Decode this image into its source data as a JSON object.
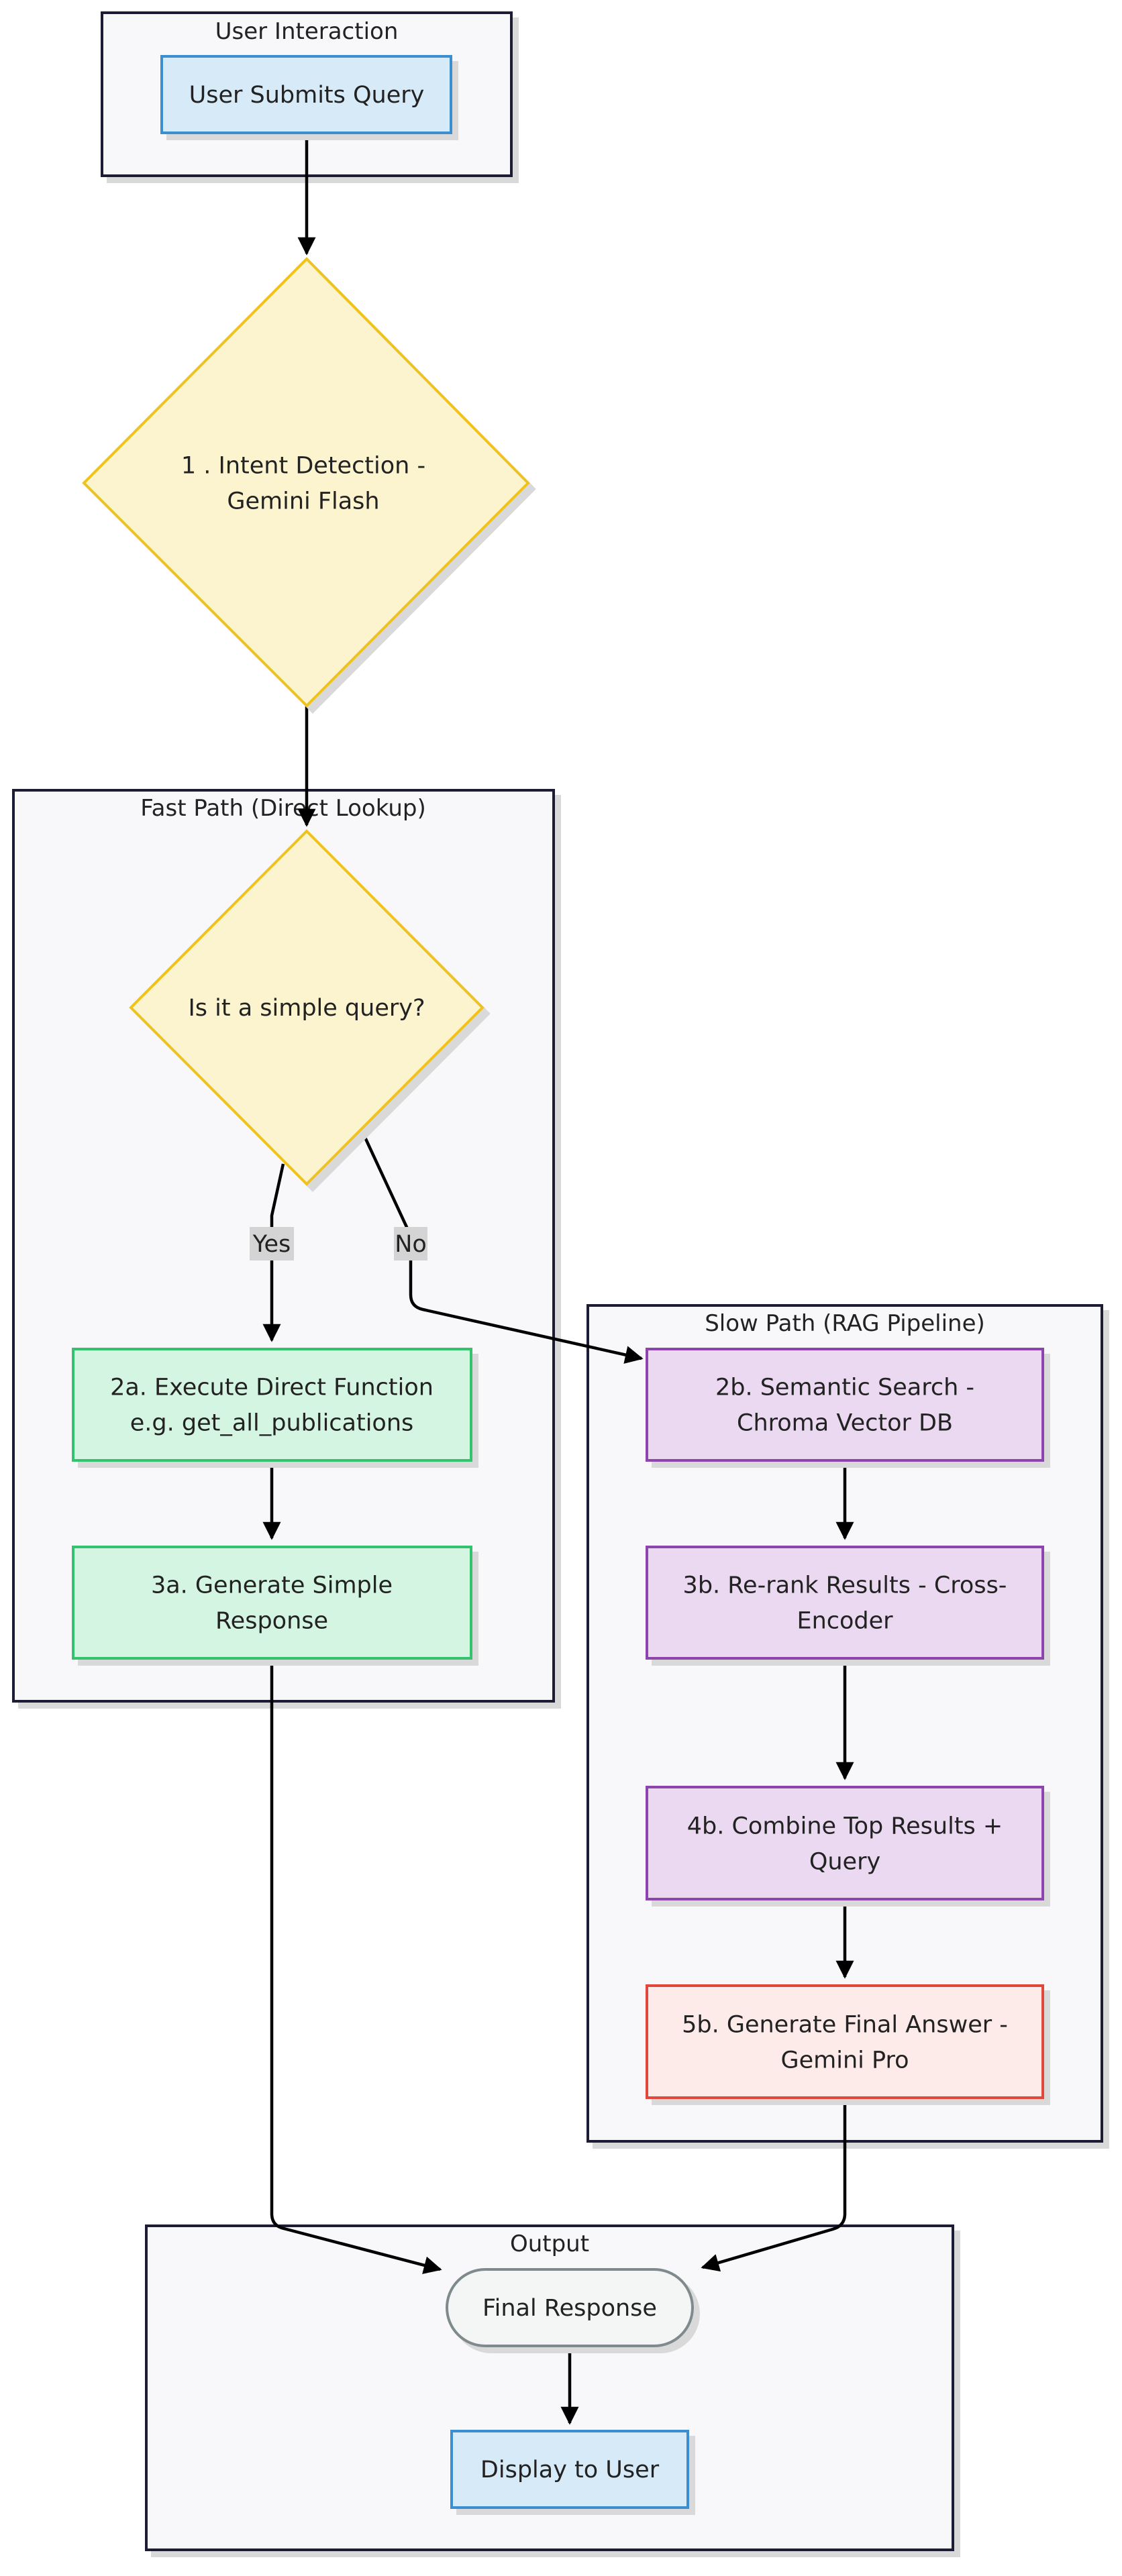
{
  "subgraphs": {
    "user_interaction": "User Interaction",
    "fast_path": "Fast Path (Direct Lookup)",
    "slow_path": "Slow Path (RAG Pipeline)",
    "output": "Output"
  },
  "nodes": {
    "user_submits_query": [
      "User Submits Query"
    ],
    "intent_detection": [
      "1 . Intent Detection -",
      "Gemini Flash"
    ],
    "simple_query_decision": [
      "Is it a simple query?"
    ],
    "execute_direct_function": [
      "2a. Execute Direct Function",
      "e.g. get_all_publications"
    ],
    "generate_simple_response": [
      "3a. Generate Simple",
      "Response"
    ],
    "semantic_search": [
      "2b. Semantic Search -",
      "Chroma Vector DB"
    ],
    "rerank_results": [
      "3b. Re-rank Results - Cross-",
      "Encoder"
    ],
    "combine_top_results": [
      "4b. Combine Top Results +",
      "Query"
    ],
    "generate_final_answer": [
      "5b. Generate Final Answer -",
      "Gemini Pro"
    ],
    "final_response": [
      "Final Response"
    ],
    "display_to_user": [
      "Display to User"
    ]
  },
  "edge_labels": {
    "yes": "Yes",
    "no": "No"
  },
  "colors": {
    "subgraph_fill": "#f8f8fa",
    "subgraph_stroke": "#1f1f35",
    "blue_fill": "#d6eaf8",
    "blue_stroke": "#3a8fd0",
    "yellow_fill": "#fcf3cf",
    "yellow_stroke": "#efc21a",
    "green_fill": "#d4f5e1",
    "green_stroke": "#34c26e",
    "purple_fill": "#ead9f0",
    "purple_stroke": "#8c44ad",
    "red_fill": "#fdebea",
    "red_stroke": "#e2473a",
    "gray_fill": "#f4f5f5",
    "gray_stroke": "#7f8a8c",
    "edge_label_bg": "#d4d4d4",
    "edge": "#000000"
  }
}
